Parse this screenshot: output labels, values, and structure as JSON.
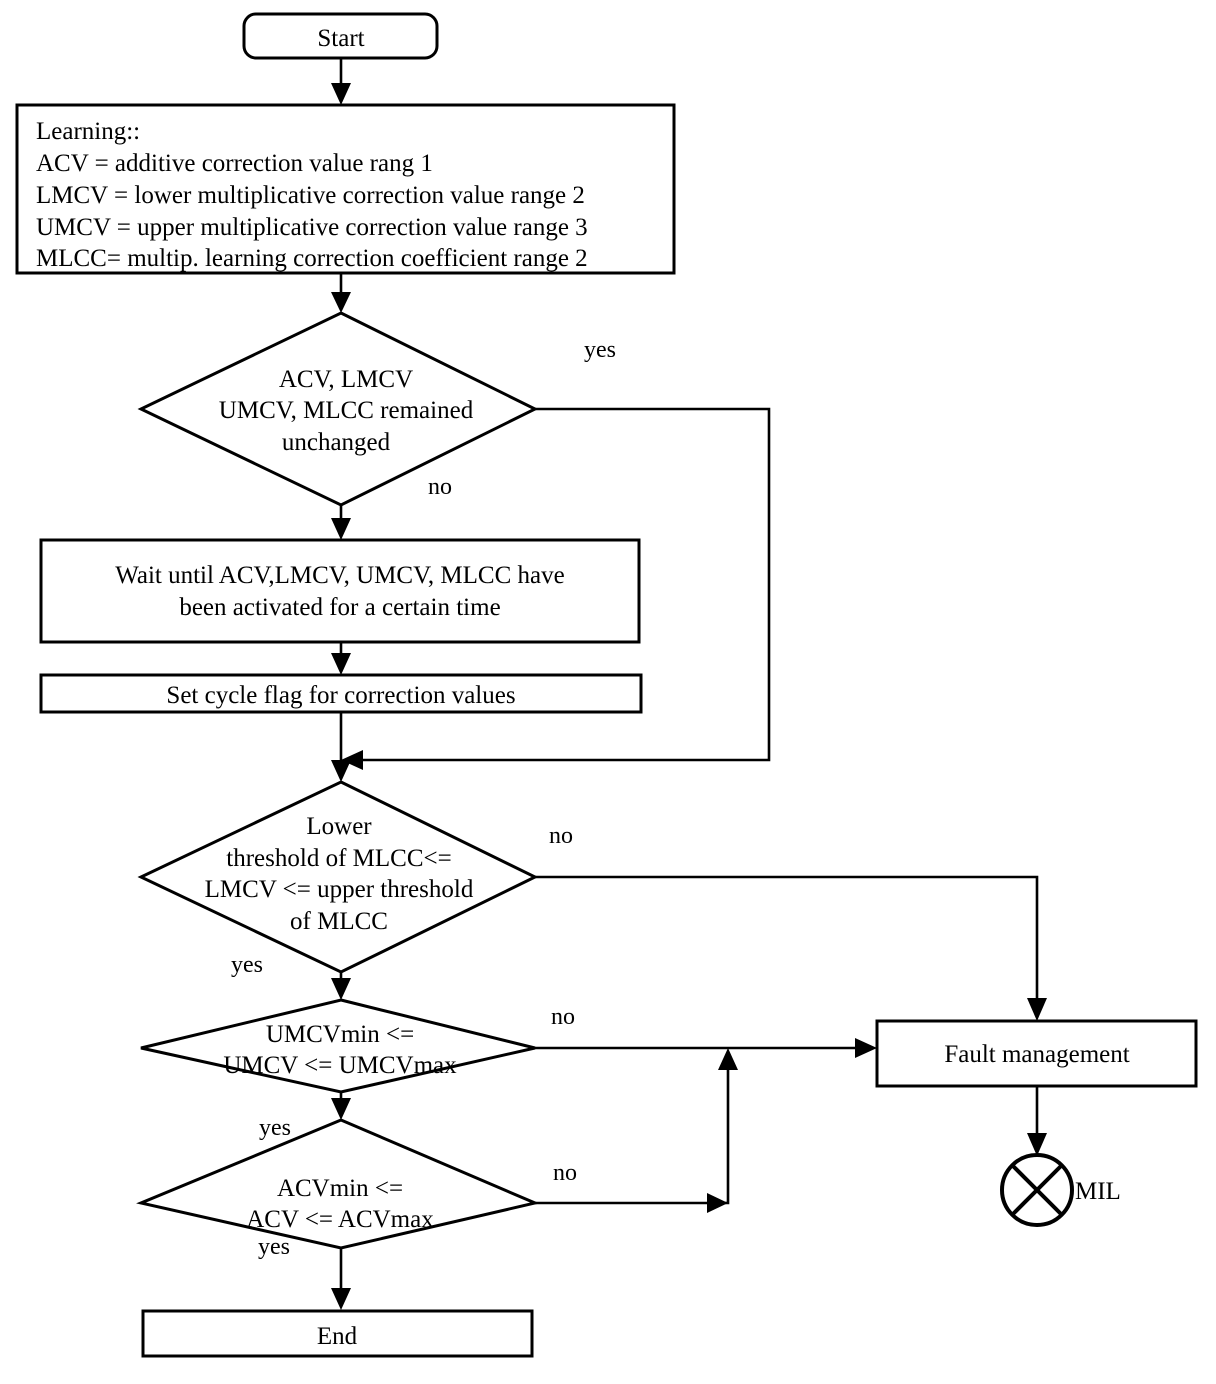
{
  "diagram": {
    "title": "Correction value learning and monitoring flowchart",
    "colors": {
      "stroke": "#000000",
      "fill": "#ffffff",
      "text": "#000000"
    },
    "nodes": {
      "start": {
        "type": "terminator",
        "label": "Start"
      },
      "learning": {
        "type": "process",
        "lines": [
          "Learning::",
          " ACV = additive correction value rang 1",
          "LMCV = lower multiplicative  correction value range 2",
          "UMCV = upper multiplicative  correction value range 3",
          "MLCC= multip. learning correction coefficient range 2"
        ]
      },
      "decision_unchanged": {
        "type": "decision",
        "lines": [
          "ACV, LMCV",
          "UMCV, MLCC remained",
          "unchanged"
        ]
      },
      "wait": {
        "type": "process",
        "lines": [
          "Wait until ACV,LMCV, UMCV, MLCC have",
          "been activated for a certain time"
        ]
      },
      "set_cycle_flag": {
        "type": "process",
        "lines": [
          "Set cycle flag for correction values"
        ]
      },
      "decision_mlcc": {
        "type": "decision",
        "lines": [
          "Lower",
          "threshold of MLCC<=",
          "LMCV <= upper threshold",
          "of MLCC"
        ]
      },
      "decision_umcv": {
        "type": "decision",
        "lines": [
          "UMCVmin <=",
          "UMCV <= UMCVmax"
        ]
      },
      "decision_acv": {
        "type": "decision",
        "lines": [
          "ACVmin <=",
          "ACV <= ACVmax"
        ]
      },
      "fault_management": {
        "type": "process",
        "lines": [
          "Fault management"
        ]
      },
      "mil": {
        "type": "lamp",
        "label": "MIL"
      },
      "end": {
        "type": "terminator",
        "label": "End"
      }
    },
    "edge_labels": {
      "unchanged_yes": "yes",
      "unchanged_no": "no",
      "mlcc_no": "no",
      "mlcc_yes": "yes",
      "umcv_no": "no",
      "umcv_yes": "yes",
      "acv_no": "no",
      "acv_yes": "yes"
    }
  }
}
